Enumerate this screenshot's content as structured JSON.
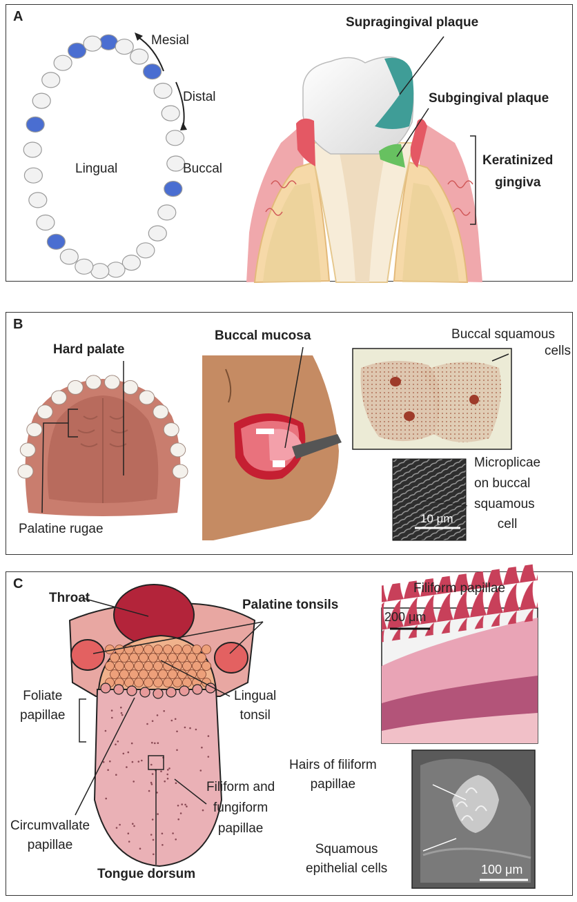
{
  "panel_a": {
    "label": "A",
    "mesial": "Mesial",
    "distal": "Distal",
    "lingual": "Lingual",
    "buccal": "Buccal",
    "supragingival_plaque": "Supragingival plaque",
    "subgingival_plaque": "Subgingival plaque",
    "keratinized_gingiva_line1": "Keratinized",
    "keratinized_gingiva_line2": "gingiva"
  },
  "panel_b": {
    "label": "B",
    "hard_palate": "Hard palate",
    "palatine_rugae": "Palatine rugae",
    "buccal_mucosa": "Buccal mucosa",
    "buccal_squamous_line1": "Buccal squamous",
    "buccal_squamous_line2": "cells",
    "microplicae_line1": "Microplicae",
    "microplicae_line2": "on buccal",
    "microplicae_line3": "squamous",
    "microplicae_line4": "cell",
    "scale_bar": "10 μm"
  },
  "panel_c": {
    "label": "C",
    "throat": "Throat",
    "palatine_tonsils": "Palatine tonsils",
    "foliate_line1": "Foliate",
    "foliate_line2": "papillae",
    "lingual_tonsil_line1": "Lingual",
    "lingual_tonsil_line2": "tonsil",
    "circumvallate_line1": "Circumvallate",
    "circumvallate_line2": "papillae",
    "filiform_fungiform_line1": "Filiform and",
    "filiform_fungiform_line2": "fungiform",
    "filiform_fungiform_line3": "papillae",
    "tongue_dorsum": "Tongue dorsum",
    "filiform_papillae_title": "Filiform papillae",
    "scale_200": "200 μm",
    "hairs_line1": "Hairs of filiform",
    "hairs_line2": "papillae",
    "squamous_line1": "Squamous",
    "squamous_line2": "epithelial cells",
    "scale_100": "100 μm"
  }
}
